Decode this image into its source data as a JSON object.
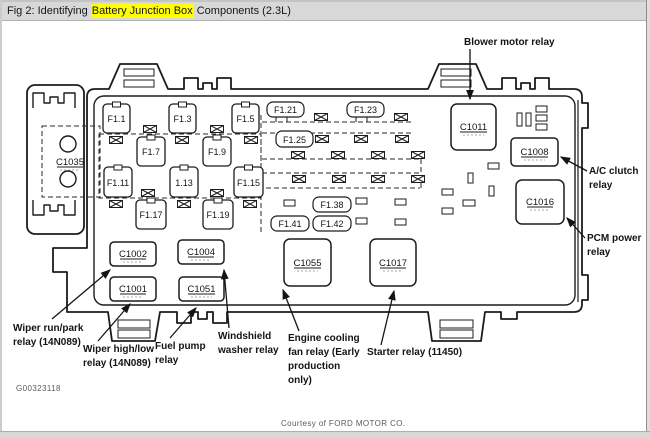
{
  "title": {
    "prefix": "Fig 2: Identifying ",
    "highlight": "Battery Junction Box",
    "suffix": " Components (2.3L)"
  },
  "colors": {
    "highlight_yellow": "#ffff00",
    "line_dark": "#1c1c1c",
    "titlebar_gray": "#d8d8d8"
  },
  "diagram": {
    "figure_code": "G00323118",
    "credit": "Courtesy of FORD MOTOR CO.",
    "fuses": {
      "f1": "F1.1",
      "f3": "F1.3",
      "f5": "F1.5",
      "f7": "F1.7",
      "f9": "F1.9",
      "f11": "F1.11",
      "f13": "1.13",
      "f15": "F1.15",
      "f17": "F1.17",
      "f19": "F1.19",
      "f21": "F1.21",
      "f23": "F1.23",
      "f25": "F1.25",
      "f38": "F1.38",
      "f41": "F1.41",
      "f42": "F1.42"
    },
    "connectors": {
      "c1035": "C1035",
      "c1002": "C1002",
      "c1004": "C1004",
      "c1001": "C1001",
      "c1051": "C1051",
      "c1055": "C1055",
      "c1017": "C1017",
      "c1011": "C1011",
      "c1008": "C1008",
      "c1016": "C1016"
    },
    "callouts": {
      "blower": {
        "l1": "Blower motor relay"
      },
      "ac_clutch": {
        "l1": "A/C clutch",
        "l2": "relay"
      },
      "pcm": {
        "l1": "PCM power",
        "l2": "relay"
      },
      "wiper_run_park": {
        "l1": "Wiper run/park",
        "l2": "relay (14N089)"
      },
      "wiper_high_low": {
        "l1": "Wiper high/low",
        "l2": "relay (14N089)"
      },
      "fuel_pump": {
        "l1": "Fuel pump",
        "l2": "relay"
      },
      "windshield_washer": {
        "l1": "Windshield",
        "l2": "washer relay"
      },
      "engine_fan": {
        "l1": "Engine cooling",
        "l2": "fan relay (Early",
        "l3": "production",
        "l4": "only)"
      },
      "starter": {
        "l1": "Starter relay (11450)"
      }
    }
  }
}
